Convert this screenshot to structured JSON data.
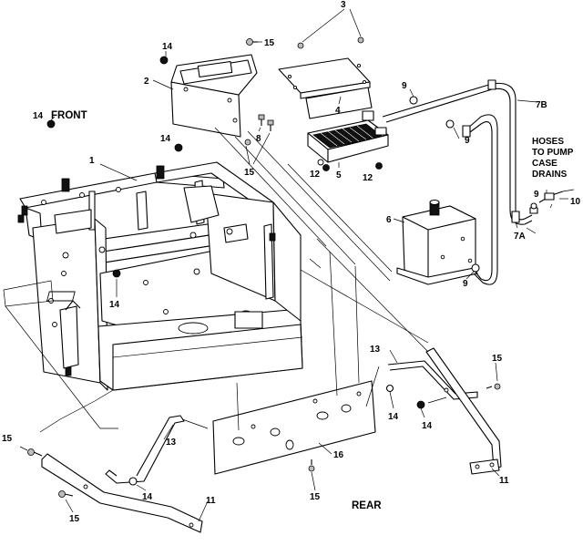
{
  "labels": {
    "front": "FRONT",
    "rear": "REAR",
    "hoses_line1": "HOSES",
    "hoses_line2": "TO PUMP",
    "hoses_line3": "CASE",
    "hoses_line4": "DRAINS",
    "n1": "1",
    "n2": "2",
    "n3": "3",
    "n4": "4",
    "n5": "5",
    "n6": "6",
    "n7a": "7A",
    "n7b": "7B",
    "n8": "8",
    "n9": "9",
    "n10": "10",
    "n11": "11",
    "n12": "12",
    "n13": "13",
    "n14": "14",
    "n15": "15",
    "n16": "16"
  }
}
